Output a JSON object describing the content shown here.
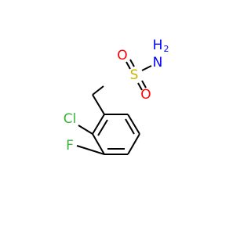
{
  "molecule": {
    "atoms": {
      "sulfur": {
        "symbol": "S",
        "color": "#c8b400"
      },
      "oxygen_top": {
        "symbol": "O",
        "color": "#ff0000"
      },
      "oxygen_bottom": {
        "symbol": "O",
        "color": "#ff0000"
      },
      "amine_n": {
        "symbol": "N",
        "color": "#0000ff"
      },
      "amine_h2": {
        "symbol": "H",
        "color": "#0000ff"
      },
      "amine_h2_sub": {
        "symbol": "2",
        "color": "#0000ff"
      },
      "chlorine": {
        "symbol": "Cl",
        "color": "#3cb43c"
      },
      "fluorine": {
        "symbol": "F",
        "color": "#3cb43c"
      }
    },
    "bond_color": "#000000"
  }
}
